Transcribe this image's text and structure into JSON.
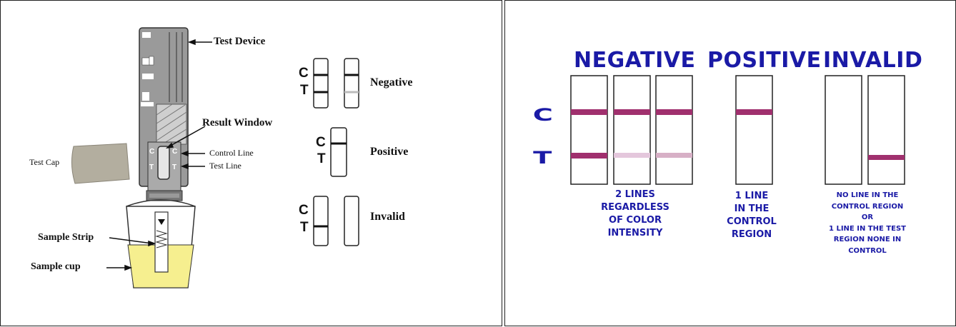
{
  "left": {
    "labels": {
      "test_device": "Test Device",
      "result_window": "Result Window",
      "control_line": "Control Line",
      "test_line": "Test Line",
      "test_cap": "Test Cap",
      "sample_strip": "Sample Strip",
      "sample_cup": "Sample cup"
    },
    "results": {
      "negative": "Negative",
      "positive": "Positive",
      "invalid": "Invalid"
    },
    "markers": {
      "c": "C",
      "t": "T"
    }
  },
  "right": {
    "headers": {
      "negative": "NEGATIVE",
      "positive": "POSITIVE",
      "invalid": "INVALID"
    },
    "markers": {
      "c": "C",
      "t": "T"
    },
    "captions": {
      "negative": [
        "2 LINES",
        "REGARDLESS",
        "OF COLOR",
        "INTENSITY"
      ],
      "positive": [
        "1 LINE",
        "IN THE",
        "CONTROL",
        "REGION"
      ],
      "invalid": [
        "NO LINE IN THE",
        "CONTROL REGION",
        "OR",
        "1 LINE IN THE TEST",
        "REGION NONE IN",
        "CONTROL"
      ]
    },
    "colors": {
      "line": "#a0306e",
      "text": "#1a1aa6"
    }
  }
}
